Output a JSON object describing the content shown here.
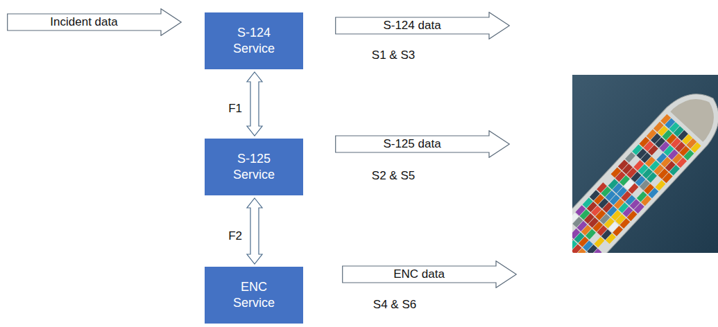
{
  "diagram": {
    "nodes": [
      {
        "text": [
          "Incident data"
        ]
      },
      {
        "text": [
          "S-124 Service"
        ]
      },
      {
        "text": [
          "S-124 data"
        ]
      },
      {
        "text": [
          "S-125 Service"
        ]
      },
      {
        "text": [
          "S-125 data"
        ]
      },
      {
        "text": [
          "ENC Service"
        ]
      },
      {
        "text": [
          "ENC data"
        ]
      }
    ],
    "edges": [
      {
        "from": 1,
        "to": 3,
        "arrow": "both",
        "label": "F1"
      },
      {
        "from": 3,
        "to": 5,
        "arrow": "both",
        "label": "F2"
      }
    ],
    "labels": [
      "S1 & S3",
      "S2 & S5",
      "S4 & S6"
    ]
  }
}
